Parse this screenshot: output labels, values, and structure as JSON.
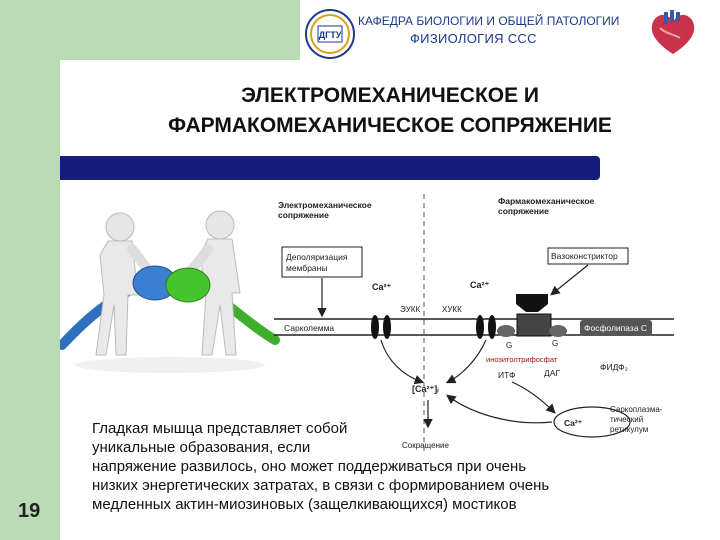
{
  "header": {
    "department": "КАФЕДРА БИОЛОГИИ И ОБЩЕЙ ПАТОЛОГИИ",
    "subject": "ФИЗИОЛОГИЯ ССС",
    "logo_text": "ДГТУ"
  },
  "title": {
    "line1": "ЭЛЕКТРОМЕХАНИЧЕСКОЕ И",
    "line2": "ФАРМАКОМЕХАНИЧЕСКОЕ СОПРЯЖЕНИЕ"
  },
  "diagram": {
    "electro_label_1": "Электромеханическое",
    "electro_label_2": "сопряжение",
    "pharma_label_1": "Фармакомеханическое",
    "pharma_label_2": "сопряжение",
    "depol_1": "Деполяризация",
    "depol_2": "мембраны",
    "vasoconstrictor": "Вазоконстриктор",
    "ca_left": "Ca²⁺",
    "ca_right": "Ca²⁺",
    "eukk": "ЭУКК",
    "xukk": "ХУКК",
    "sarcolemma": "Сарколемма",
    "g1": "G",
    "g2": "G",
    "phospholipase": "Фосфолипаза C",
    "ip3": "инозитолтрифосфат",
    "itf": "ИТФ",
    "dag": "ДАГ",
    "fidf": "ФИДФ₂",
    "ca_i": "[Ca²⁺]ᵢ",
    "contraction": "Сокращение",
    "sr_1": "Саркоплазма-",
    "sr_2": "тический",
    "sr_3": "ретикулум",
    "ca_sr": "Ca²⁺"
  },
  "paragraph": {
    "line1": "Гладкая мышца представляет собой",
    "line2": "уникальные образования, если",
    "line3": "напряжение развилось, оно может поддерживаться при очень",
    "line4": "низких энергетических затратах, в связи с формированием очень",
    "line5": "медленных актин-миозиновых (защелкивающихся) мостиков"
  },
  "slide_number": "19",
  "colors": {
    "accent_green": "#b9dcb4",
    "title_bar": "#151e7a",
    "header_text": "#1b3a8a"
  }
}
